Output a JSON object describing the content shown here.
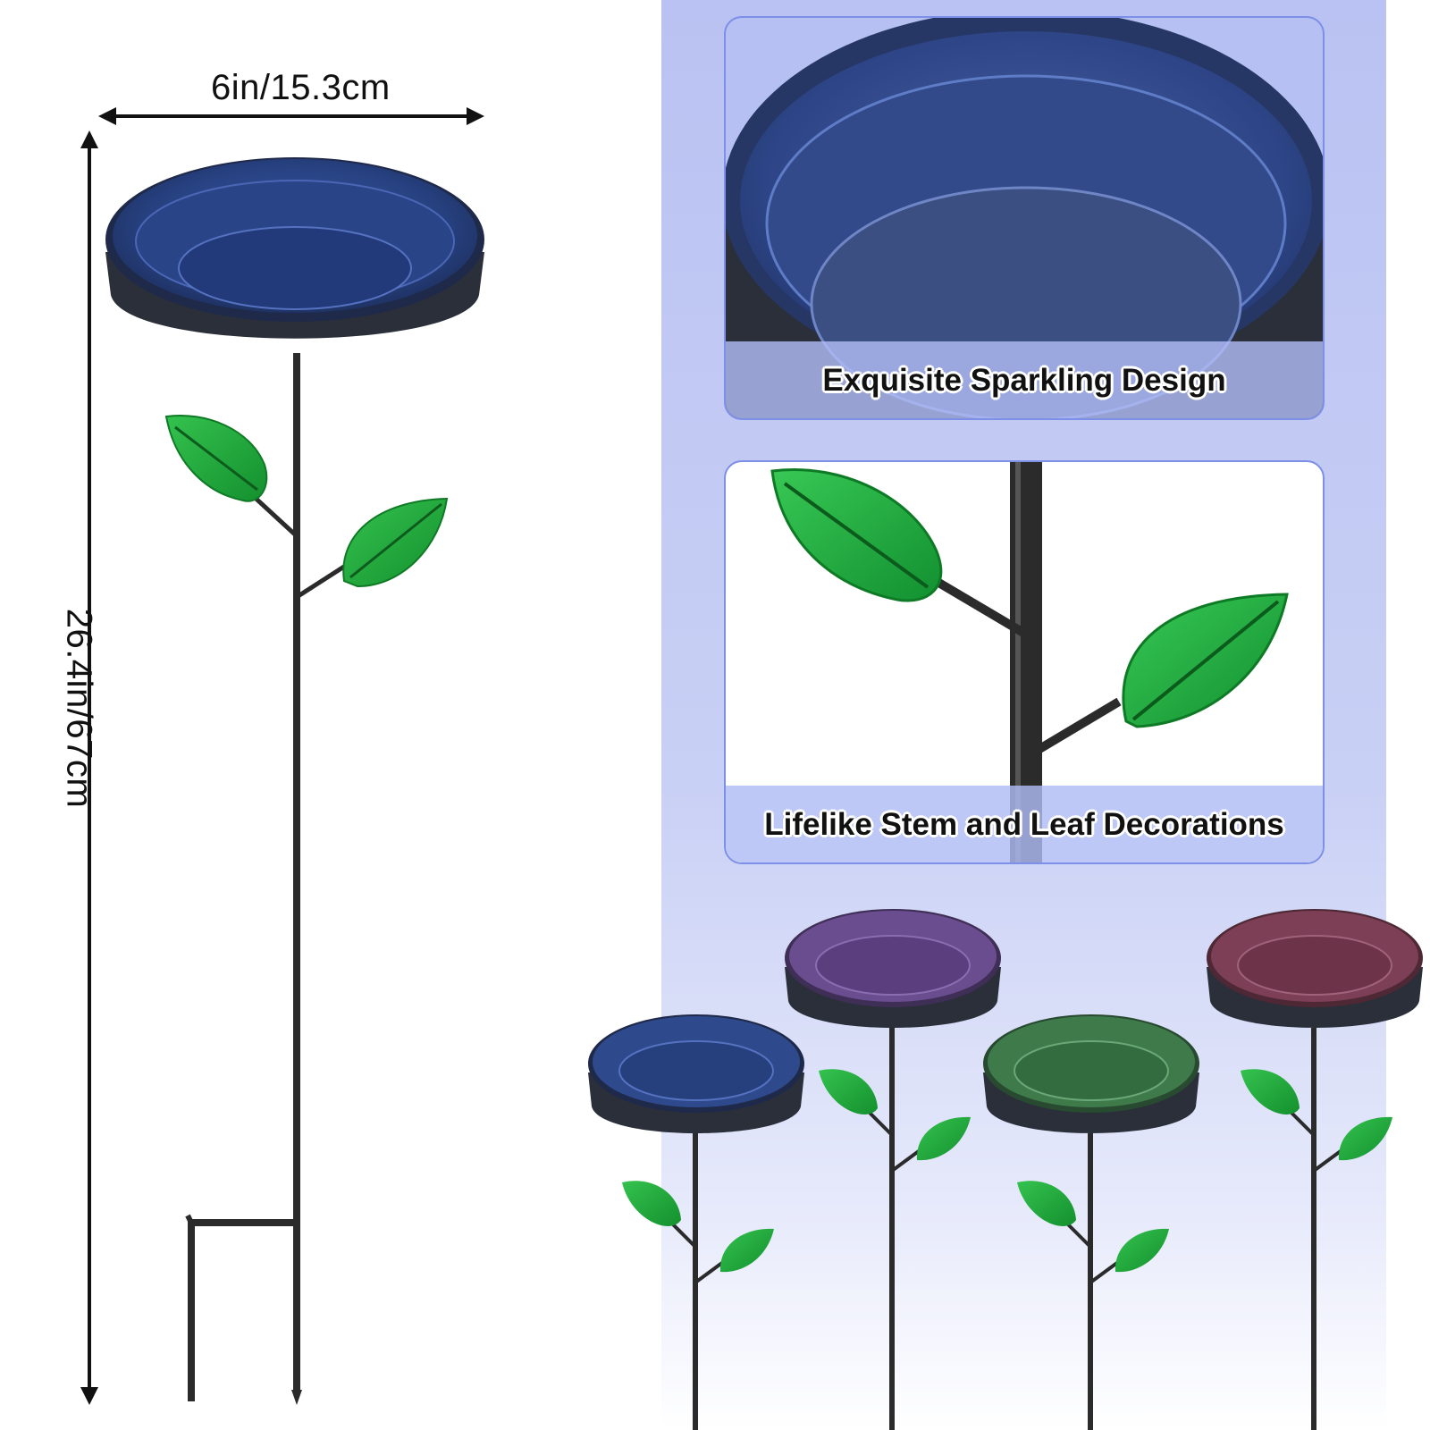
{
  "dimensions": {
    "width_label": "6in/15.3cm",
    "height_label": "26.4in/67cm"
  },
  "features": [
    {
      "caption": "Exquisite Sparkling Design"
    },
    {
      "caption": "Lifelike Stem and Leaf Decorations"
    }
  ],
  "colors": {
    "bowl_blue": "#2e4a8c",
    "bowl_purple": "#6a4d8e",
    "bowl_green": "#3e7a4a",
    "bowl_red": "#7d3f55",
    "leaf_green": "#1fa53a",
    "stem": "#2b2b2b",
    "panel": "#c3cbf4"
  },
  "variants": [
    {
      "color": "blue",
      "icon": "bird-bath-blue-icon"
    },
    {
      "color": "purple",
      "icon": "bird-bath-purple-icon"
    },
    {
      "color": "green",
      "icon": "bird-bath-green-icon"
    },
    {
      "color": "red",
      "icon": "bird-bath-red-icon"
    }
  ]
}
